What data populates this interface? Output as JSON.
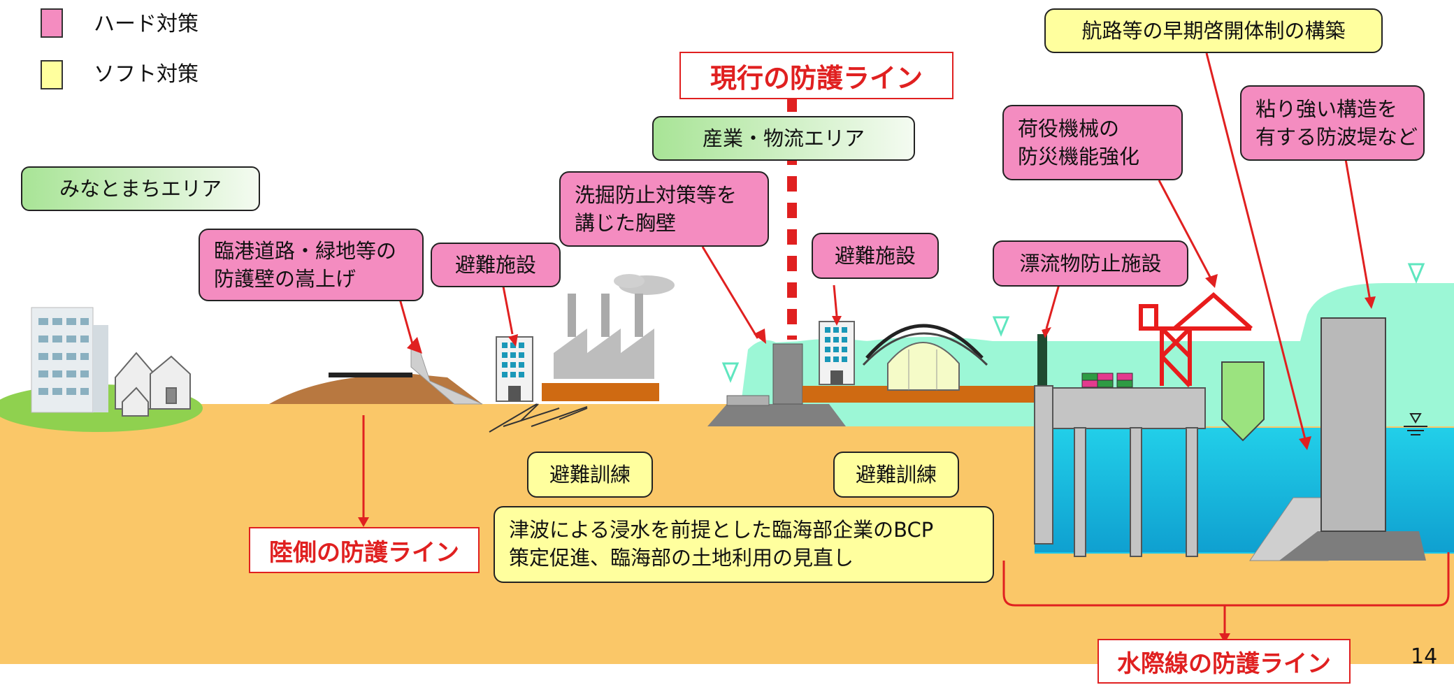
{
  "legend": {
    "hard_label": "ハード対策",
    "soft_label": "ソフト対策",
    "hard_color": "#f48cc0",
    "soft_color": "#ffff9e"
  },
  "zones": {
    "city_area": "みなとまちエリア",
    "industry_area": "産業・物流エリア"
  },
  "hard_measures": {
    "road_wall": [
      "臨港道路・緑地等の",
      "防護壁の嵩上げ"
    ],
    "evacuation_facility_1": "避難施設",
    "scour_wall": [
      "洗掘防止対策等を",
      "講じた胸壁"
    ],
    "evacuation_facility_2": "避難施設",
    "drift_facility": "漂流物防止施設",
    "cargo_machinery": [
      "荷役機械の",
      "防災機能強化"
    ],
    "breakwater": [
      "粘り強い構造を",
      "有する防波堤など"
    ]
  },
  "soft_measures": {
    "channel_reopening": "航路等の早期啓開体制の構築",
    "drill_1": "避難訓練",
    "drill_2": "避難訓練",
    "bcp": [
      "津波による浸水を前提とした臨海部企業のBCP",
      "策定促進、臨海部の土地利用の見直し"
    ]
  },
  "defense_lines": {
    "current": "現行の防護ライン",
    "land_side": "陸側の防護ライン",
    "waterfront": "水際線の防護ライン"
  },
  "page_number": "14",
  "colors": {
    "ground": "#fac768",
    "sea": "#1fc8e8",
    "tsunami": "#9cf7d6",
    "line_red": "#e02020"
  }
}
